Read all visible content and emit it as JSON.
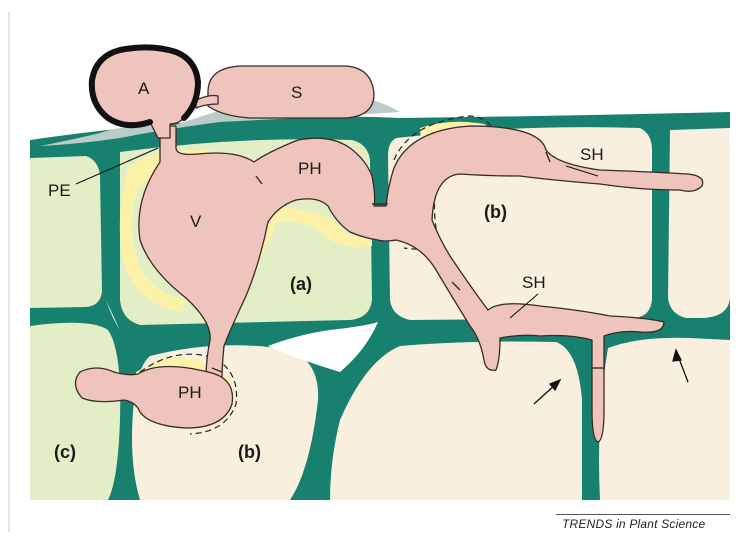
{
  "labels": {
    "appressorium": "A",
    "spore": "S",
    "vesicle": "V",
    "primary_hypha_top": "PH",
    "primary_hypha_bottom": "PH",
    "penetration": "PE",
    "secondary_hypha_top": "SH",
    "secondary_hypha_mid": "SH",
    "cell_a": "(a)",
    "cell_b_top": "(b)",
    "cell_b_bottom": "(b)",
    "cell_c": "(c)"
  },
  "caption": "TRENDS in Plant Science",
  "colors": {
    "cell_wall": "#17806f",
    "cell_green": "#e3eec7",
    "cell_cream": "#f8efde",
    "fungus": "#efc4bd",
    "membrane": "#fbf2a8",
    "cuticle": "#b9ccc8"
  }
}
